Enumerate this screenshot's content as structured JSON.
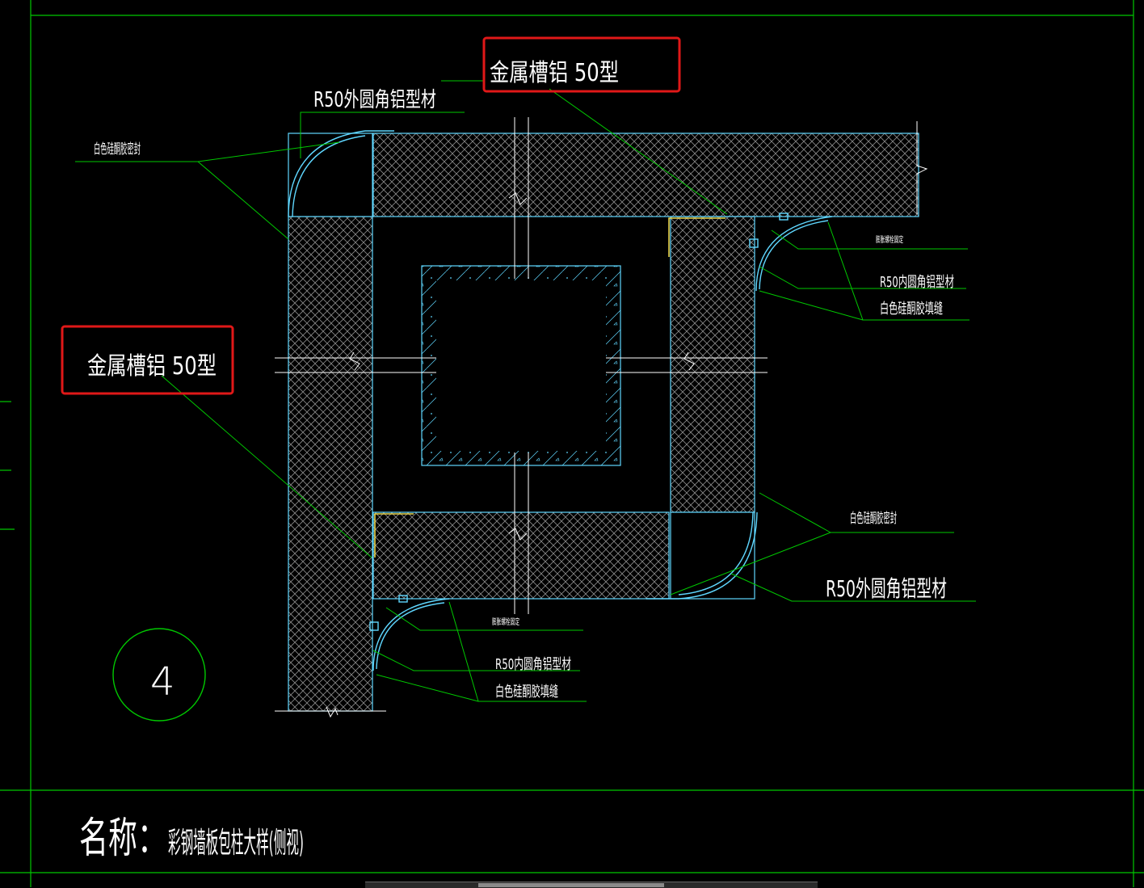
{
  "labels": {
    "metal_channel_top": "金属槽铝   50型",
    "metal_channel_left": "金属槽铝   50型",
    "r50_outer_top": "R50外圆角铝型材",
    "r50_outer_bottom": "R50外圆角铝型材",
    "sealant_top_left": "白色硅酮胶密封",
    "sealant_mid_right": "白色硅酮胶密封",
    "small_note_top_right": "膨胀螺栓固定",
    "small_note_bottom": "膨胀螺栓固定",
    "r50_inner_top": "R50内圆角铝型材",
    "r50_inner_bottom": "R50内圆角铝型材",
    "silicone_fill_top": "白色硅酮胶填缝",
    "silicone_fill_bottom": "白色硅酮胶填缝",
    "detail_number": "4",
    "name_prefix": "名称：",
    "name_value": "彩钢墙板包柱大样(侧视)"
  },
  "colors": {
    "frame": "#00c800",
    "leader": "#00c800",
    "panel_edge": "#5fd7ff",
    "hatch": "#9a9a9a",
    "highlight_box": "#e01818",
    "channel": "#e8d24a",
    "text": "#ffffff"
  }
}
